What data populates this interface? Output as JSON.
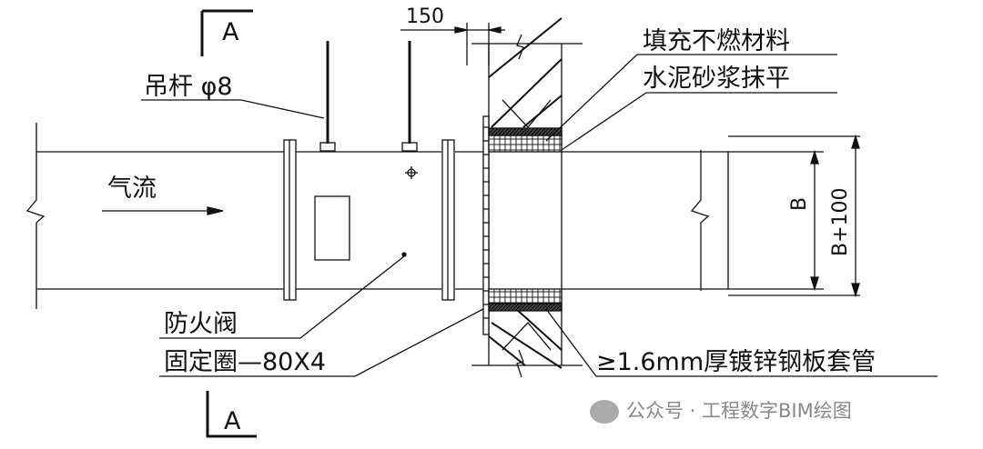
{
  "section_marks": {
    "top": "A",
    "bottom": "A"
  },
  "labels": {
    "hanger": "吊杆 φ8",
    "airflow": "气流",
    "fire_damper": "防火阀",
    "fixing_ring": "固定圈—80X4",
    "fill": "填充不燃材料",
    "mortar": "水泥砂浆抹平",
    "sleeve": "≥1.6mm厚镀锌钢板套管"
  },
  "dimensions": {
    "offset": "150",
    "b": "B",
    "b100": "B+100"
  },
  "watermark": "公众号 · 工程数字BIM绘图"
}
